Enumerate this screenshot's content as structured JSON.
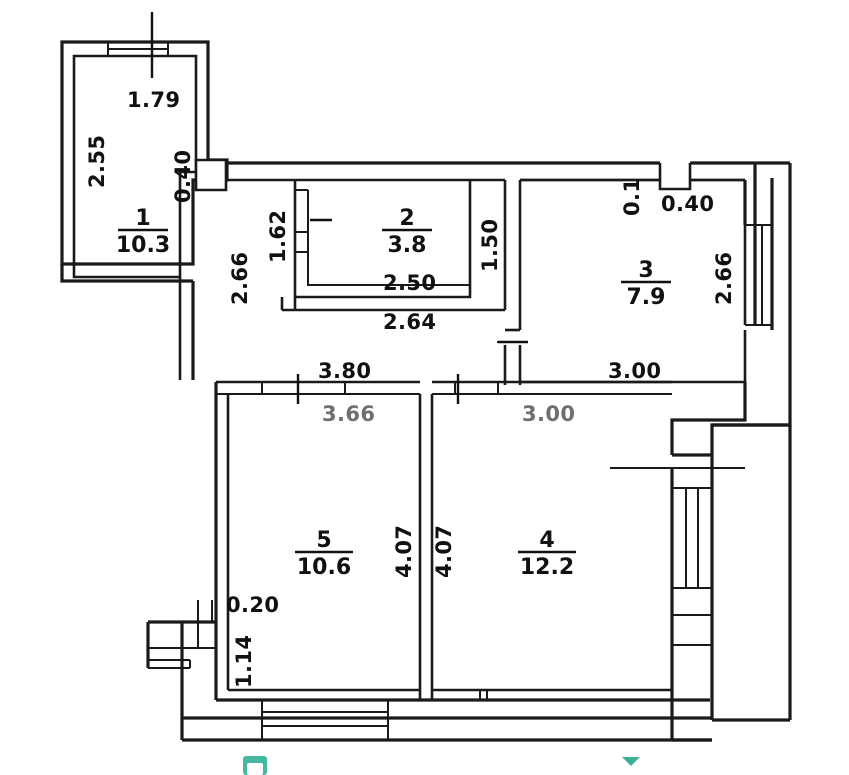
{
  "document": {
    "type": "apartment-floor-plan",
    "description": "Technical floor plan of a 2-room apartment with numbered rooms and metric dimensions"
  },
  "rooms": [
    {
      "id": "room-1",
      "number": "1",
      "area": "10.3"
    },
    {
      "id": "room-2",
      "number": "2",
      "area": "3.8"
    },
    {
      "id": "room-3",
      "number": "3",
      "area": "7.9"
    },
    {
      "id": "room-4",
      "number": "4",
      "area": "12.2"
    },
    {
      "id": "room-5",
      "number": "5",
      "area": "10.6"
    }
  ],
  "dimensions": {
    "room1_top": "1.79",
    "room1_left": "2.55",
    "room1_door": "0.40",
    "hall_left": "2.66",
    "room2_left": "1.62",
    "room2_bottom_inner": "2.50",
    "room2_bottom_outer": "2.64",
    "room2_right": "1.50",
    "room3_top_small": "0.1",
    "room3_top": "0.40",
    "room3_right": "2.66",
    "room3_bottom": "3.00",
    "room5_top": "3.80",
    "room5_top_inner": "3.66",
    "room5_right": "4.07",
    "room4_left": "4.07",
    "room4_top": "3.00",
    "balcony_top": "0.20",
    "balcony_left": "1.14"
  },
  "ui_overlay": {
    "badge_icon": "gallery-thumbnail-icon",
    "chevron_icon": "chevron-down-icon"
  },
  "colors": {
    "wall": "#1a1a1a",
    "background": "#ffffff",
    "accent": "#45b8a0",
    "faded_text": "#6f6f6f"
  }
}
